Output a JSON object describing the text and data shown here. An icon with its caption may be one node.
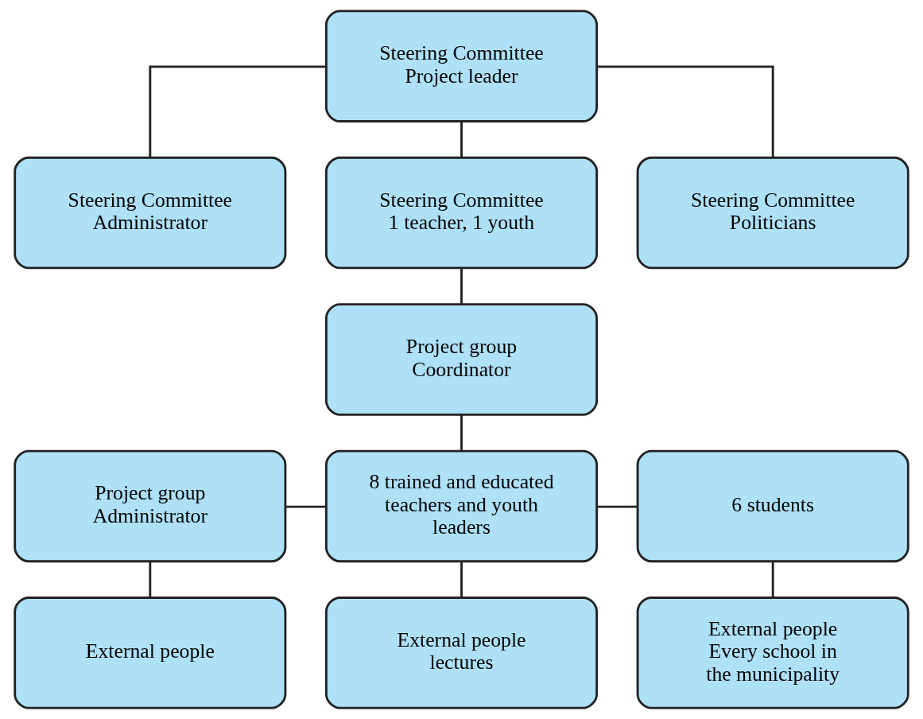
{
  "diagram": {
    "nodes": [
      {
        "text": [
          "Steering Committee",
          "Project leader"
        ]
      },
      {
        "text": [
          "Steering Committee",
          "Administrator"
        ]
      },
      {
        "text": [
          "Steering Committee",
          "1 teacher, 1 youth"
        ]
      },
      {
        "text": [
          "Steering Committee",
          "Politicians"
        ]
      },
      {
        "text": [
          "Project group",
          "Coordinator"
        ]
      },
      {
        "text": [
          "Project group",
          "Administrator"
        ]
      },
      {
        "text": [
          "8 trained and educated teachers and youth leaders"
        ]
      },
      {
        "text": [
          "6 students"
        ]
      },
      {
        "text": [
          "External people"
        ]
      },
      {
        "text": [
          "External people",
          "lectures"
        ]
      },
      {
        "text": [
          "External people",
          "Every school in the municipality"
        ]
      }
    ],
    "edges": [
      {
        "from": 0,
        "to": 1,
        "arrow": "none"
      },
      {
        "from": 0,
        "to": 2,
        "arrow": "none"
      },
      {
        "from": 0,
        "to": 3,
        "arrow": "none"
      },
      {
        "from": 2,
        "to": 4,
        "arrow": "none"
      },
      {
        "from": 4,
        "to": 6,
        "arrow": "none"
      },
      {
        "from": 5,
        "to": 6,
        "arrow": "none"
      },
      {
        "from": 6,
        "to": 7,
        "arrow": "none"
      },
      {
        "from": 5,
        "to": 8,
        "arrow": "none"
      },
      {
        "from": 6,
        "to": 9,
        "arrow": "none"
      },
      {
        "from": 7,
        "to": 10,
        "arrow": "none"
      }
    ]
  }
}
